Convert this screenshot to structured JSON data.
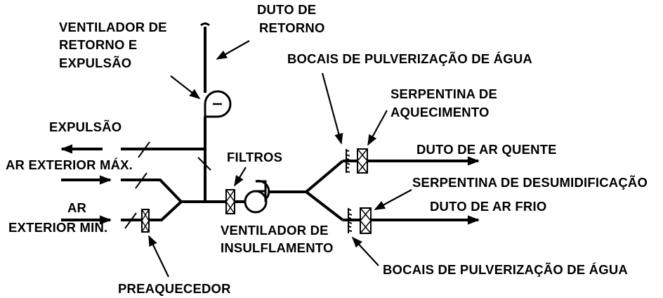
{
  "labels": {
    "duto_retorno_1": "DUTO DE",
    "duto_retorno_2": "RETORNO",
    "vent_retorno_1": "VENTILADOR DE",
    "vent_retorno_2": "RETORNO E",
    "vent_retorno_3": "EXPULSÃO",
    "bocais_top": "BOCAIS DE PULVERIZAÇÃO DE ÁGUA",
    "serp_aquec_1": "SERPENTINA DE",
    "serp_aquec_2": "AQUECIMENTO",
    "expulsao": "EXPULSÃO",
    "filtros": "FILTROS",
    "duto_quente": "DUTO DE AR QUENTE",
    "ar_ext_max": "AR EXTERIOR MÁX.",
    "serp_desumid": "SERPENTINA DE DESUMIDIFICAÇÃO",
    "ar_min_1": "AR",
    "ar_min_2": "EXTERIOR MIN.",
    "duto_frio": "DUTO DE AR FRIO",
    "vent_insufl_1": "VENTILADOR DE",
    "vent_insufl_2": "INSULFLAMENTO",
    "bocais_bottom": "BOCAIS DE PULVERIZAÇÃO DE ÁGUA",
    "preaquecedor": "PREAQUECEDOR"
  },
  "colors": {
    "ink": "#000000",
    "background": "#ffffff"
  }
}
